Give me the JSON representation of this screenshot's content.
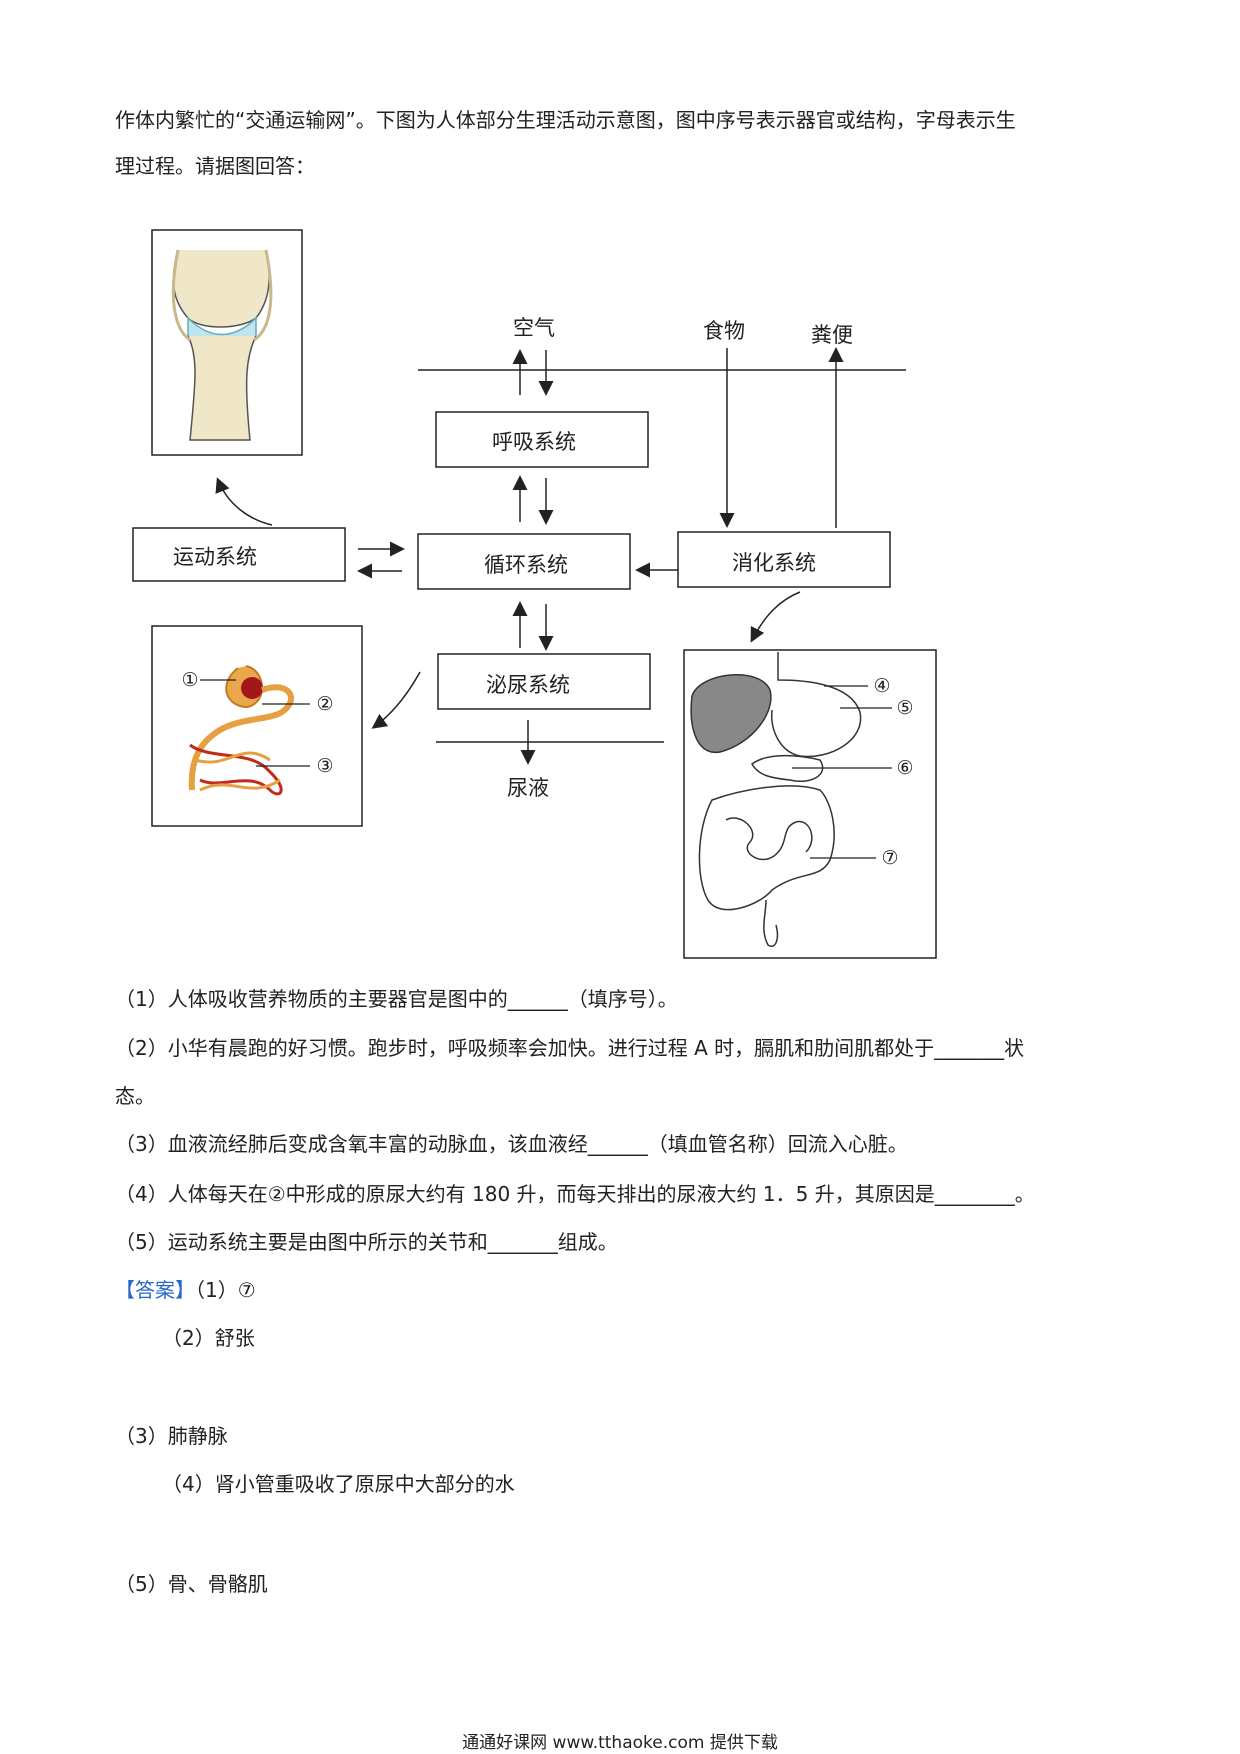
{
  "intro": {
    "line1": "作体内繁忙的“交通运输网”。下图为人体部分生理活动示意图，图中序号表示器官或结构，字母表示生",
    "line2": "理过程。请据图回答："
  },
  "diagram": {
    "air": "空气",
    "food": "食物",
    "feces": "粪便",
    "urine": "尿液",
    "systems": {
      "respiratory": "呼吸系统",
      "motor": "运动系统",
      "circulatory": "循环系统",
      "digestive": "消化系统",
      "urinary": "泌尿系统"
    },
    "markers": [
      "①",
      "②",
      "③",
      "④",
      "⑤",
      "⑥",
      "⑦"
    ]
  },
  "questions": {
    "q1": "（1）人体吸收营养物质的主要器官是图中的______（填序号）。",
    "q2_line1": "（2）小华有晨跑的好习惯。跑步时，呼吸频率会加快。进行过程 A 时，膈肌和肋间肌都处于_______状",
    "q2_line2": "态。",
    "q3": "（3）血液流经肺后变成含氧丰富的动脉血，该血液经______（填血管名称）回流入心脏。",
    "q4": "（4）人体每天在②中形成的原尿大约有 180 升，而每天排出的尿液大约 1．5 升，其原因是________。",
    "q5": "（5）运动系统主要是由图中所示的关节和_______组成。"
  },
  "answers": {
    "tag": "【答案】",
    "a1": "（1）⑦",
    "a2": "（2）舒张",
    "a3": "（3）肺静脉",
    "a4": "（4）肾小管重吸收了原尿中大部分的水",
    "a5": "（5）骨、骨骼肌"
  },
  "footer": "通通好课网  www.tthaoke.com  提供下载"
}
